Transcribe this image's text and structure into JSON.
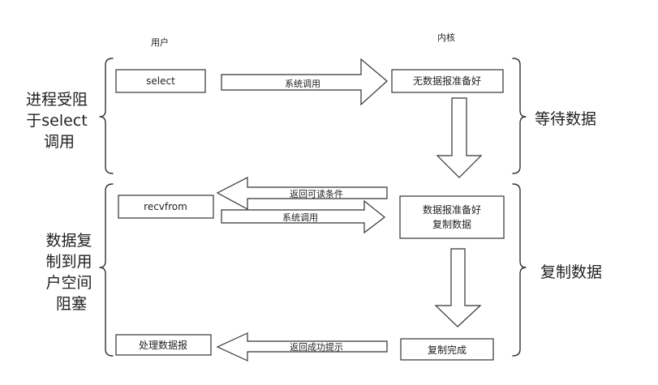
{
  "headers": {
    "user": "用户",
    "kernel": "内核"
  },
  "sections": {
    "left_top": [
      "进程受阻",
      "于select",
      "调用"
    ],
    "left_bottom": [
      "数据复",
      "制到用",
      "户空间",
      "阻塞"
    ],
    "right_top": "等待数据",
    "right_bottom": "复制数据"
  },
  "boxes": {
    "select": "select",
    "not_ready": "无数据报准备好",
    "recvfrom": "recvfrom",
    "ready_line1": "数据报准备好",
    "ready_line2": "复制数据",
    "process": "处理数据报",
    "done": "复制完成"
  },
  "arrows": {
    "syscall1": "系统调用",
    "readable": "返回可读条件",
    "syscall2": "系统调用",
    "success": "返回成功提示"
  }
}
